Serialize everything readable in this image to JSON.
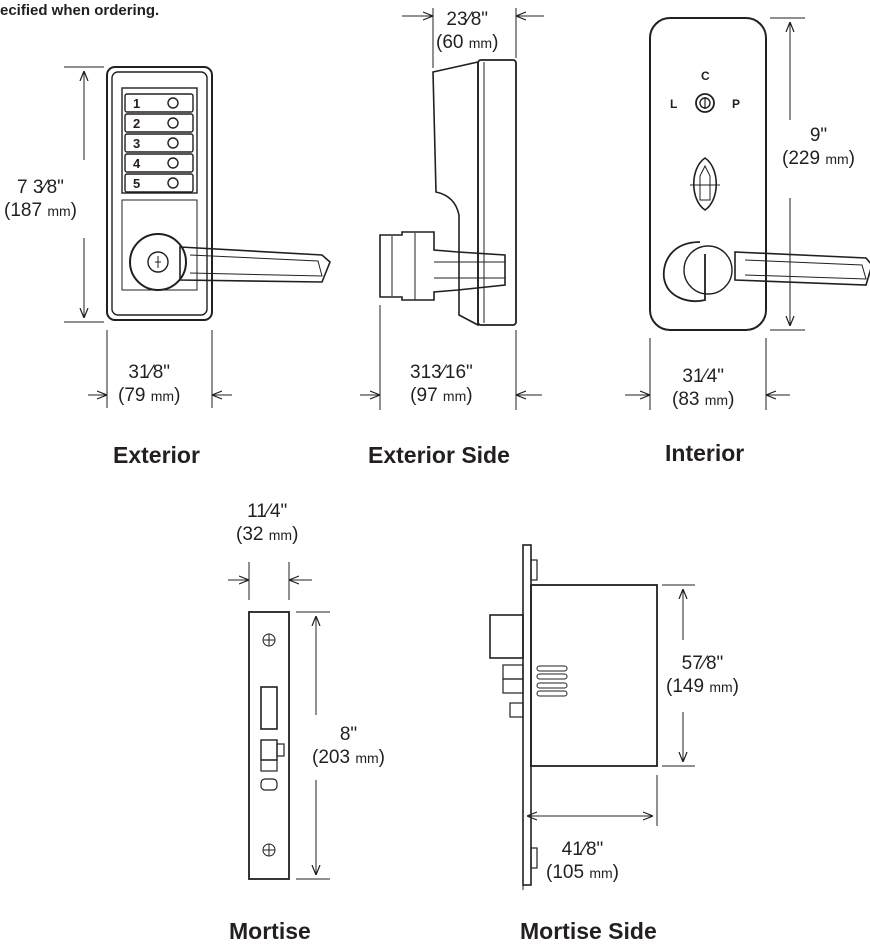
{
  "note": "ecified when ordering.",
  "captions": {
    "exterior": "Exterior",
    "exterior_side": "Exterior Side",
    "interior": "Interior",
    "mortise": "Mortise",
    "mortise_side": "Mortise Side"
  },
  "dimensions": {
    "ext_height": {
      "in": "7 3⁄8\"",
      "mm": "187",
      "unit": "mm"
    },
    "ext_width": {
      "in": "31⁄8\"",
      "mm": "79",
      "unit": "mm"
    },
    "side_top": {
      "in": "23⁄8\"",
      "mm": "60",
      "unit": "mm"
    },
    "side_depth": {
      "in": "313⁄16\"",
      "mm": "97",
      "unit": "mm"
    },
    "int_height": {
      "in": "9\"",
      "mm": "229",
      "unit": "mm"
    },
    "int_width": {
      "in": "31⁄4\"",
      "mm": "83",
      "unit": "mm"
    },
    "mort_width": {
      "in": "11⁄4\"",
      "mm": "32",
      "unit": "mm"
    },
    "mort_height": {
      "in": "8\"",
      "mm": "203",
      "unit": "mm"
    },
    "mside_height": {
      "in": "57⁄8\"",
      "mm": "149",
      "unit": "mm"
    },
    "mside_depth": {
      "in": "41⁄8\"",
      "mm": "105",
      "unit": "mm"
    }
  },
  "keypad_buttons": [
    "1",
    "2",
    "3",
    "4",
    "5"
  ],
  "interior_labels": {
    "c": "C",
    "l": "L",
    "p": "P"
  }
}
